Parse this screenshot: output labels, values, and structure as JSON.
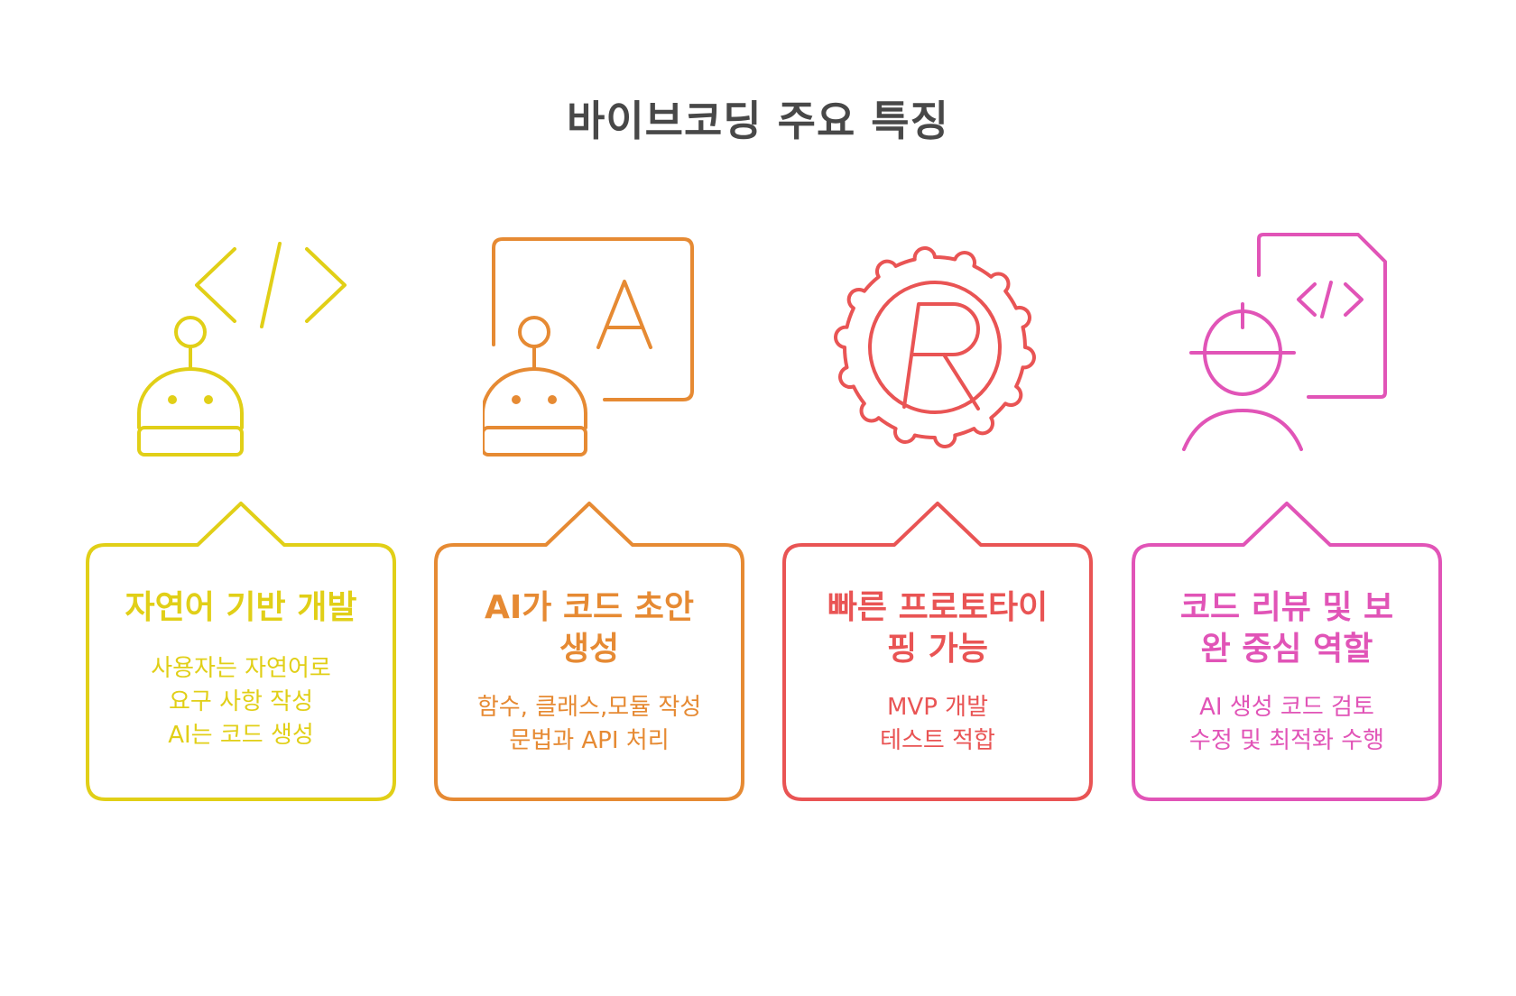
{
  "title": "바이브코딩 주요 특징",
  "colors": {
    "title": "#484848",
    "yellow": "#e1cf17",
    "orange": "#e68a33",
    "red": "#e95454",
    "pink": "#e154b7"
  },
  "cards": [
    {
      "icon": "robot-code-icon",
      "heading": [
        "자연어 기반 개발"
      ],
      "body": [
        "사용자는 자연어로",
        "요구 사항 작성",
        "AI는 코드 생성"
      ]
    },
    {
      "icon": "robot-font-icon",
      "heading": [
        "AI가 코드 초안",
        "생성"
      ],
      "body": [
        "함수, 클래스,모듈 작성",
        "문법과 API 처리"
      ]
    },
    {
      "icon": "gear-r-icon",
      "heading": [
        "빠른 프로토타이",
        "핑 가능"
      ],
      "body": [
        "MVP 개발",
        "테스트 적합"
      ]
    },
    {
      "icon": "developer-review-icon",
      "heading": [
        "코드 리뷰 및 보",
        "완 중심 역할"
      ],
      "body": [
        "AI 생성 코드 검토",
        "수정 및 최적화 수행"
      ]
    }
  ]
}
